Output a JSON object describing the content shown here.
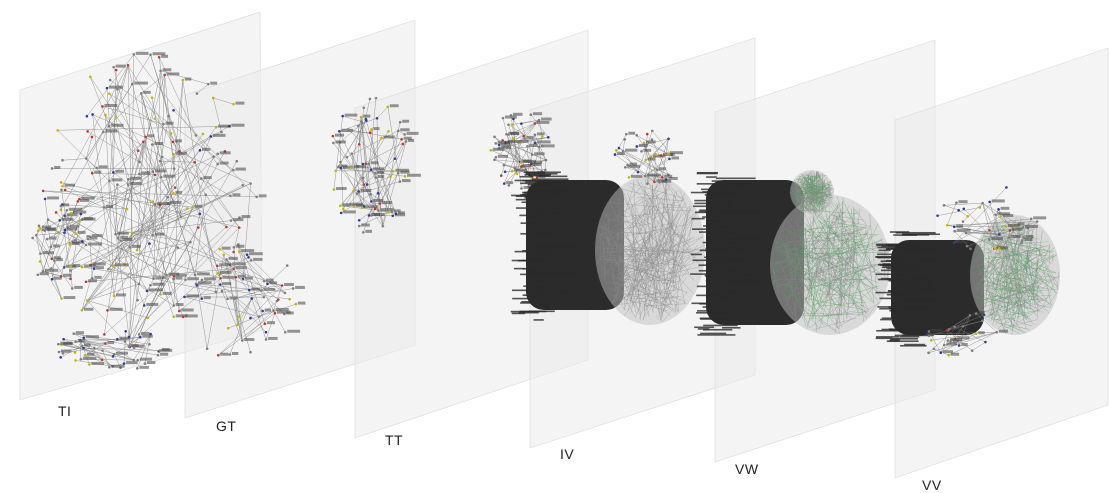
{
  "colors": {
    "plane_fill": "#ebebeb",
    "edge_gray": "#7f7f7f",
    "dense_text": "#2b2b2b",
    "accent_green": "#3fa34d",
    "node_red": "#c0392b",
    "node_blue": "#2c3e99",
    "node_yellow": "#c8b400"
  },
  "layers": [
    {
      "id": "ti",
      "label": "TI",
      "style": "sparse"
    },
    {
      "id": "gt",
      "label": "GT",
      "style": "sparse"
    },
    {
      "id": "tt",
      "label": "TT",
      "style": "sparse-small"
    },
    {
      "id": "iv",
      "label": "IV",
      "style": "mixed"
    },
    {
      "id": "vw",
      "label": "VW",
      "style": "dense"
    },
    {
      "id": "vv",
      "label": "VV",
      "style": "dense"
    }
  ]
}
